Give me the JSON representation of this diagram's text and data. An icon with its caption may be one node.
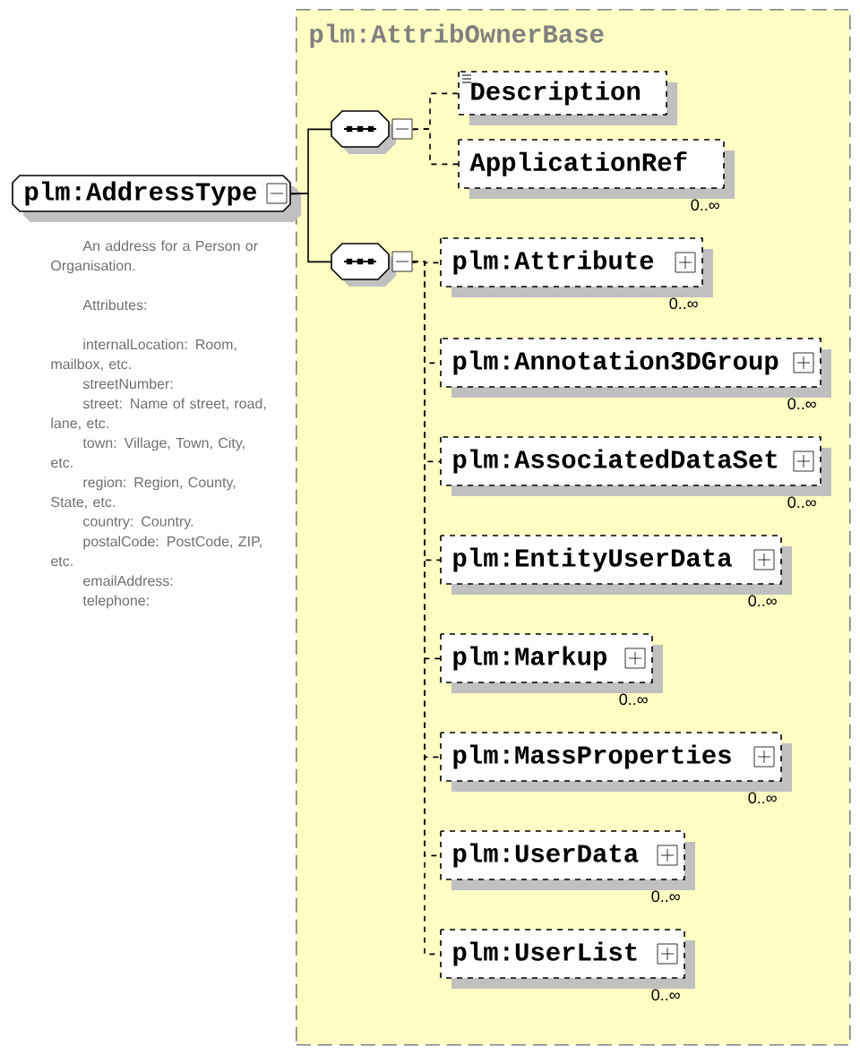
{
  "diagram": {
    "nodes": [
      {
        "text": [
          "plm:AddressType"
        ],
        "beside": [
          "An address for a Person or Organisation.",
          "Attributes:",
          "internalLocation: Room, mailbox, etc.",
          "streetNumber:",
          "street: Name of street, road, lane, etc.",
          "town: Village, Town, City, etc.",
          "region: Region, County, State, etc.",
          "country: Country.",
          "postalCode: PostCode, ZIP, etc.",
          "emailAddress:",
          "telephone:"
        ]
      },
      {
        "text": [
          "plm:AttribOwnerBase"
        ]
      },
      {
        "text": [],
        "shape": "octagon",
        "in": 1
      },
      {
        "text": [],
        "shape": "octagon",
        "in": 1
      },
      {
        "text": [
          "Description"
        ],
        "in": 1
      },
      {
        "text": [
          "ApplicationRef"
        ],
        "beside": [
          "0..∞"
        ],
        "in": 1
      },
      {
        "text": [
          "plm:Attribute"
        ],
        "beside": [
          "0..∞"
        ],
        "in": 1
      },
      {
        "text": [
          "plm:Annotation3DGroup"
        ],
        "beside": [
          "0..∞"
        ],
        "in": 1
      },
      {
        "text": [
          "plm:AssociatedDataSet"
        ],
        "beside": [
          "0..∞"
        ],
        "in": 1
      },
      {
        "text": [
          "plm:EntityUserData"
        ],
        "beside": [
          "0..∞"
        ],
        "in": 1
      },
      {
        "text": [
          "plm:Markup"
        ],
        "beside": [
          "0..∞"
        ],
        "in": 1
      },
      {
        "text": [
          "plm:MassProperties"
        ],
        "beside": [
          "0..∞"
        ],
        "in": 1
      },
      {
        "text": [
          "plm:UserData"
        ],
        "beside": [
          "0..∞"
        ],
        "in": 1
      },
      {
        "text": [
          "plm:UserList"
        ],
        "beside": [
          "0..∞"
        ],
        "in": 1
      }
    ],
    "edges": [
      {
        "from": 0,
        "to": 2,
        "arrow": "none"
      },
      {
        "from": 0,
        "to": 3,
        "arrow": "none"
      },
      {
        "from": 2,
        "to": 4,
        "arrow": "none",
        "style": "dashed"
      },
      {
        "from": 2,
        "to": 5,
        "arrow": "none",
        "style": "dashed"
      },
      {
        "from": 3,
        "to": 6,
        "arrow": "none",
        "style": "dashed"
      },
      {
        "from": 3,
        "to": 7,
        "arrow": "none",
        "style": "dashed"
      },
      {
        "from": 3,
        "to": 8,
        "arrow": "none",
        "style": "dashed"
      },
      {
        "from": 3,
        "to": 9,
        "arrow": "none",
        "style": "dashed"
      },
      {
        "from": 3,
        "to": 10,
        "arrow": "none",
        "style": "dashed"
      },
      {
        "from": 3,
        "to": 11,
        "arrow": "none",
        "style": "dashed"
      },
      {
        "from": 3,
        "to": 12,
        "arrow": "none",
        "style": "dashed"
      },
      {
        "from": 3,
        "to": 13,
        "arrow": "none",
        "style": "dashed"
      }
    ]
  }
}
